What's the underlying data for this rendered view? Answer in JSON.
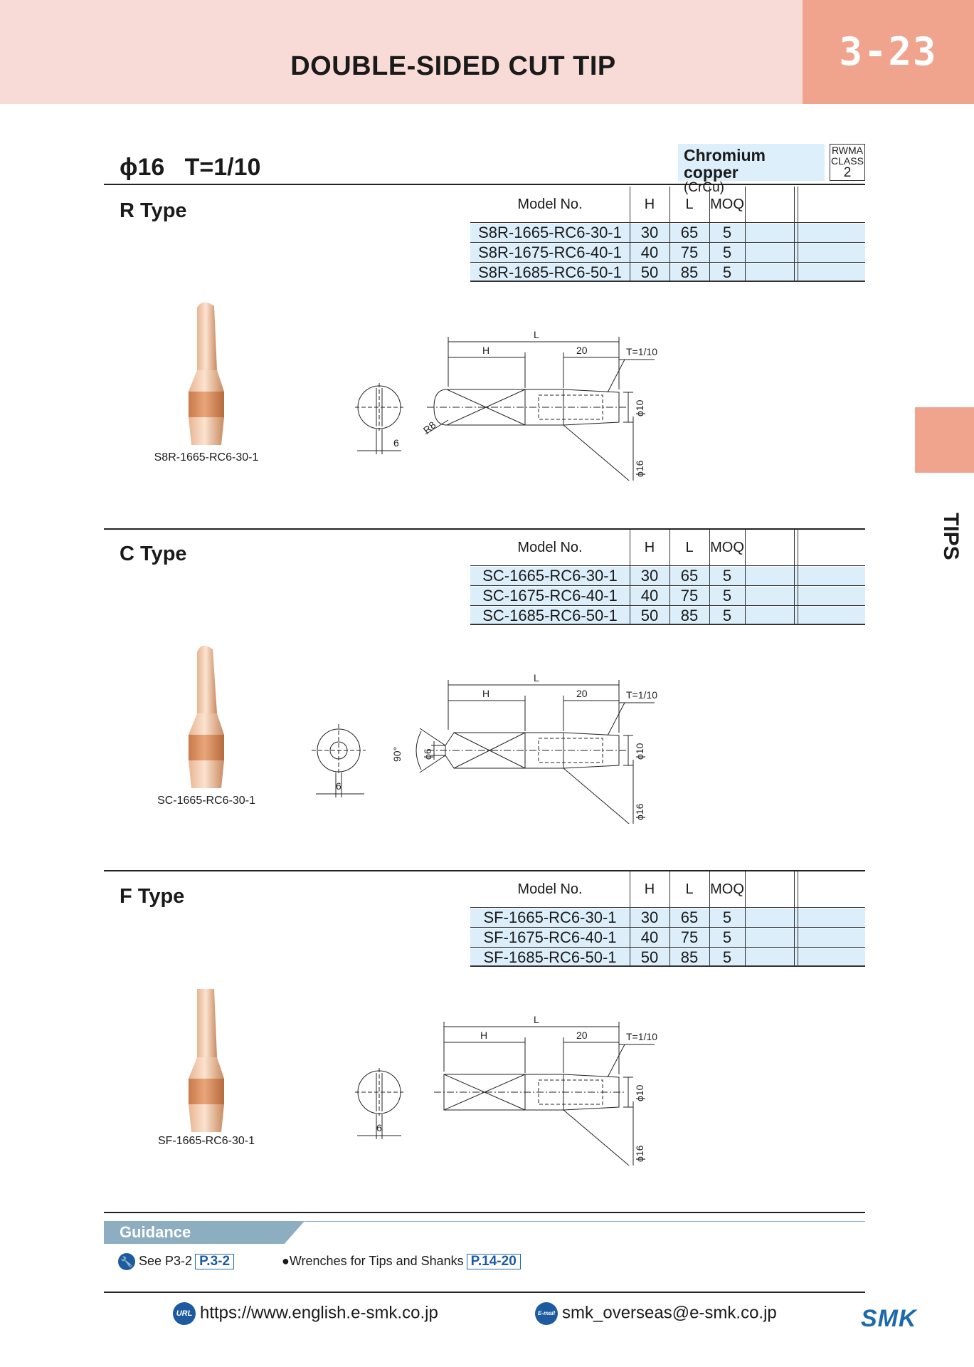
{
  "header": {
    "title": "DOUBLE-SIDED CUT TIP",
    "page": "3-23"
  },
  "side_tab": {
    "label": "TIPS"
  },
  "spec": {
    "text": "ϕ16   T=1/10"
  },
  "material": {
    "name": "Chromium copper",
    "sub": "(CrCu)",
    "rwma_line1": "RWMA",
    "rwma_line2": "CLASS",
    "rwma_class": "2"
  },
  "table_headers": {
    "model": "Model No.",
    "h": "H",
    "l": "L",
    "moq": "MOQ"
  },
  "sections": [
    {
      "title": "R Type",
      "photo_caption": "S8R-1665-RC6-30-1",
      "rows": [
        {
          "model": "S8R-1665-RC6-30-1",
          "h": "30",
          "l": "65",
          "moq": "5"
        },
        {
          "model": "S8R-1675-RC6-40-1",
          "h": "40",
          "l": "75",
          "moq": "5"
        },
        {
          "model": "S8R-1685-RC6-50-1",
          "h": "50",
          "l": "85",
          "moq": "5"
        }
      ],
      "dims": {
        "l": "L",
        "h": "H",
        "d20": "20",
        "t": "T=1/10",
        "phi10": "ϕ10",
        "phi16": "ϕ16",
        "w": "6",
        "r": "R8"
      }
    },
    {
      "title": "C Type",
      "photo_caption": "SC-1665-RC6-30-1",
      "rows": [
        {
          "model": "SC-1665-RC6-30-1",
          "h": "30",
          "l": "65",
          "moq": "5"
        },
        {
          "model": "SC-1675-RC6-40-1",
          "h": "40",
          "l": "75",
          "moq": "5"
        },
        {
          "model": "SC-1685-RC6-50-1",
          "h": "50",
          "l": "85",
          "moq": "5"
        }
      ],
      "dims": {
        "l": "L",
        "h": "H",
        "d20": "20",
        "t": "T=1/10",
        "phi10": "ϕ10",
        "phi16": "ϕ16",
        "w": "6",
        "angle": "90°",
        "phi6": "ϕ6"
      }
    },
    {
      "title": "F Type",
      "photo_caption": "SF-1665-RC6-30-1",
      "rows": [
        {
          "model": "SF-1665-RC6-30-1",
          "h": "30",
          "l": "65",
          "moq": "5"
        },
        {
          "model": "SF-1675-RC6-40-1",
          "h": "40",
          "l": "75",
          "moq": "5"
        },
        {
          "model": "SF-1685-RC6-50-1",
          "h": "50",
          "l": "85",
          "moq": "5"
        }
      ],
      "dims": {
        "l": "L",
        "h": "H",
        "d20": "20",
        "t": "T=1/10",
        "phi10": "ϕ10",
        "phi16": "ϕ16",
        "w": "6"
      }
    }
  ],
  "guidance": {
    "title": "Guidance",
    "item1_text": "See P3-2",
    "item1_ref": "P.3-2",
    "item2_text": "●Wrenches for Tips and Shanks",
    "item2_ref": "P.14-20"
  },
  "footer": {
    "url": "https://www.english.e-smk.co.jp",
    "url_icon": "URL",
    "email": "smk_overseas@e-smk.co.jp",
    "email_icon": "E-mail",
    "logo": "SMK"
  },
  "colors": {
    "header_bg": "#f8dbd6",
    "accent": "#f0a48d",
    "table_row": "#dceefa",
    "link_blue": "#1e5aa0",
    "copper": "#d9895f"
  }
}
